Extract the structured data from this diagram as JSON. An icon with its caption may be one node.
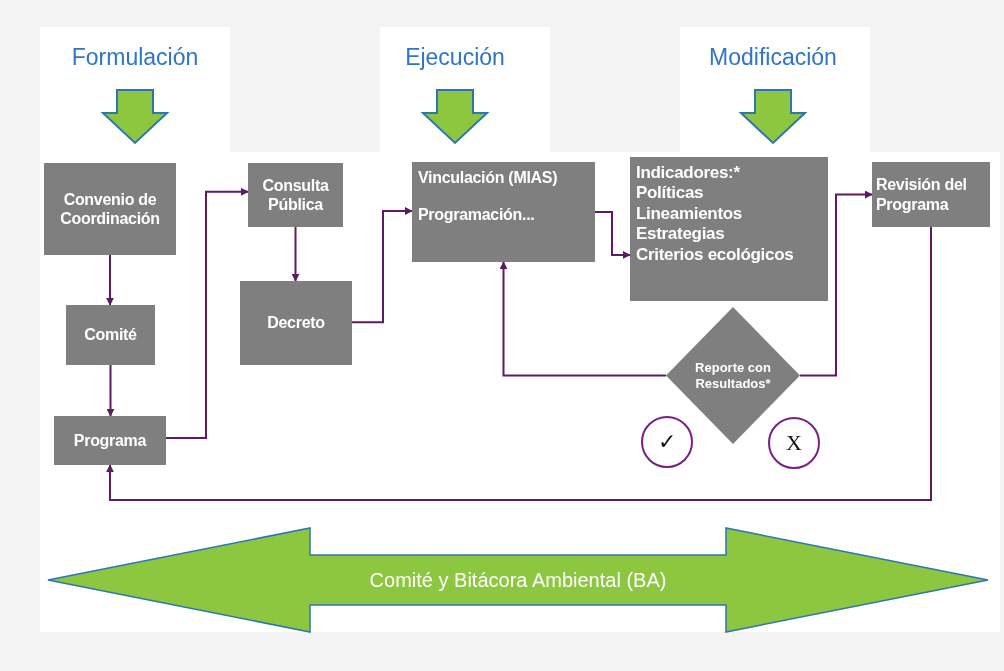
{
  "diagram": {
    "nodes": [
      {
        "text": [
          "Convenio de Coordinación"
        ]
      },
      {
        "text": [
          "Comité"
        ]
      },
      {
        "text": [
          "Programa"
        ]
      },
      {
        "text": [
          "Consulta Pública"
        ]
      },
      {
        "text": [
          "Decreto"
        ]
      },
      {
        "text": [
          "Vinculación (MIAS)",
          "Programación..."
        ]
      },
      {
        "text": [
          "Indicadores:*",
          "Políticas",
          "Lineamientos",
          "Estrategias",
          "Criterios ecológicos"
        ]
      },
      {
        "text": [
          "Revisión del Programa"
        ]
      },
      {
        "text": [
          "Reporte con Resultados*"
        ]
      },
      {
        "text": [
          "✓"
        ]
      },
      {
        "text": [
          "X"
        ]
      },
      {
        "text": [
          "Comité y Bitácora Ambiental (BA)"
        ]
      }
    ],
    "edges": [
      {
        "from": 0,
        "to": 1,
        "arrow": "to"
      },
      {
        "from": 1,
        "to": 2,
        "arrow": "to"
      },
      {
        "from": 2,
        "to": 3,
        "arrow": "to"
      },
      {
        "from": 3,
        "to": 4,
        "arrow": "to"
      },
      {
        "from": 4,
        "to": 5,
        "arrow": "to"
      },
      {
        "from": 5,
        "to": 6,
        "arrow": "to"
      },
      {
        "from": 8,
        "to": 5,
        "arrow": "to"
      },
      {
        "from": 8,
        "to": 7,
        "arrow": "to"
      },
      {
        "from": 7,
        "to": 2,
        "arrow": "to"
      }
    ],
    "labels": [
      "Formulación",
      "Ejecución",
      "Modificación"
    ]
  }
}
